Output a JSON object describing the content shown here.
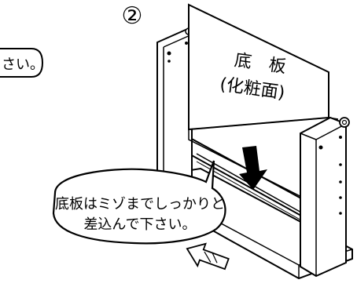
{
  "step_number": "②",
  "left_callout": "さい。",
  "panel_label": {
    "line1": "底　板",
    "line2": "(化粧面)"
  },
  "bubble": {
    "line1": "底板はミゾまでしっかりと",
    "line2": "差込んで下さい。"
  },
  "colors": {
    "ink": "#000000",
    "paper": "#ffffff",
    "shade": "#e8e8e8"
  },
  "icons": [
    "insertion-arrow-icon",
    "direction-arrow-icon"
  ]
}
